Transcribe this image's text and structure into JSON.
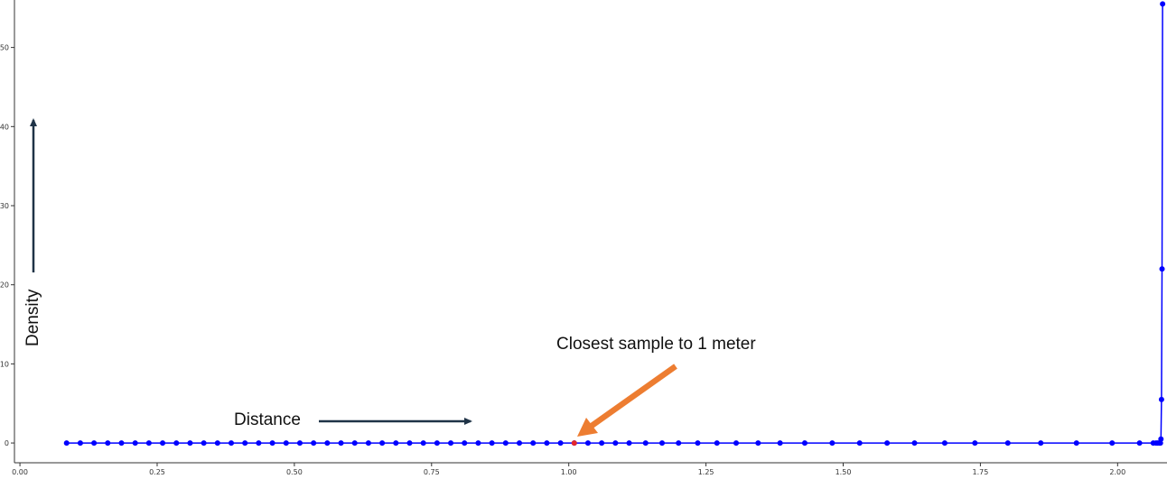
{
  "chart_data": {
    "type": "line",
    "xlim": [
      -0.01,
      2.09
    ],
    "ylim": [
      -2.5,
      56
    ],
    "x_ticks": [
      "0.00",
      "0.25",
      "0.50",
      "0.75",
      "1.00",
      "1.25",
      "1.50",
      "1.75",
      "2.00"
    ],
    "y_ticks": [
      "0",
      "10",
      "20",
      "30",
      "40",
      "50"
    ],
    "grid": false,
    "series": [
      {
        "color": "#0000ff",
        "x": [
          0.085,
          0.11,
          0.135,
          0.16,
          0.185,
          0.21,
          0.235,
          0.26,
          0.285,
          0.31,
          0.335,
          0.36,
          0.385,
          0.41,
          0.435,
          0.46,
          0.485,
          0.51,
          0.535,
          0.56,
          0.585,
          0.61,
          0.635,
          0.66,
          0.685,
          0.71,
          0.735,
          0.76,
          0.785,
          0.81,
          0.835,
          0.86,
          0.885,
          0.91,
          0.935,
          0.96,
          0.985,
          1.01,
          1.035,
          1.06,
          1.085,
          1.11,
          1.14,
          1.17,
          1.2,
          1.235,
          1.27,
          1.305,
          1.345,
          1.385,
          1.43,
          1.48,
          1.53,
          1.58,
          1.63,
          1.685,
          1.74,
          1.8,
          1.86,
          1.925,
          1.99,
          2.04,
          2.065,
          2.07,
          2.073,
          2.076,
          2.078,
          2.079,
          2.08,
          2.081,
          2.082
        ],
        "y": [
          0,
          0,
          0,
          0,
          0,
          0,
          0,
          0,
          0,
          0,
          0,
          0,
          0,
          0,
          0,
          0,
          0,
          0,
          0,
          0,
          0,
          0,
          0,
          0,
          0,
          0,
          0,
          0,
          0,
          0,
          0,
          0,
          0,
          0,
          0,
          0,
          0,
          0,
          0,
          0,
          0,
          0,
          0,
          0,
          0,
          0,
          0,
          0,
          0,
          0,
          0,
          0,
          0,
          0,
          0,
          0,
          0,
          0,
          0,
          0,
          0,
          0,
          0,
          0,
          0,
          0,
          0,
          0.5,
          5.5,
          22,
          55.5
        ]
      }
    ],
    "highlight": {
      "x": 1.01,
      "y": 0,
      "color": "#e3262b"
    },
    "annotations": {
      "ylabel": "Density",
      "xlabel": "Distance",
      "callout": "Closest sample to 1 meter"
    },
    "colors": {
      "line": "#0000ff",
      "arrow_dark": "#1f3347",
      "arrow_orange": "#ed7d31",
      "axis": "#333333"
    }
  }
}
